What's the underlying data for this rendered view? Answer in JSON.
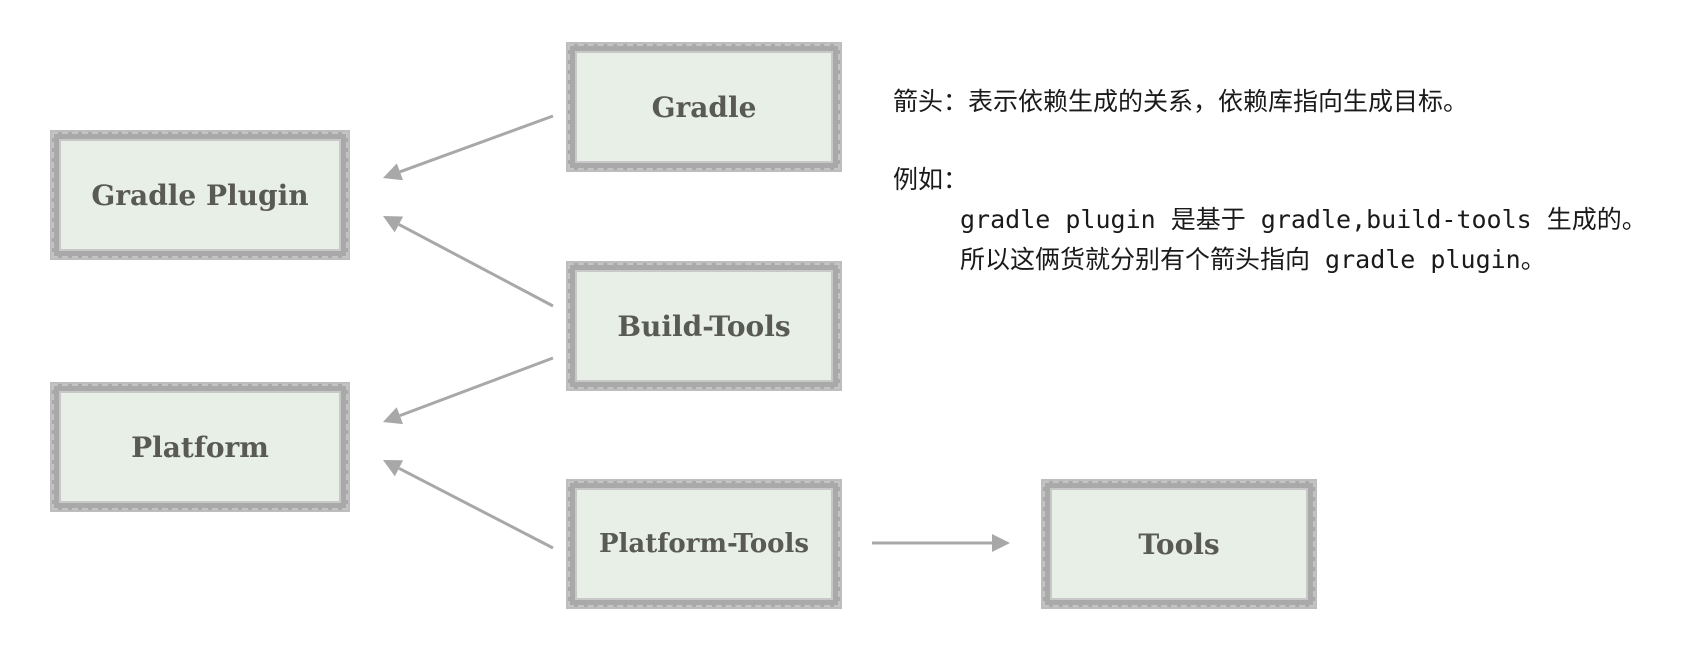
{
  "nodes": {
    "gradle_plugin": "Gradle Plugin",
    "platform": "Platform",
    "gradle": "Gradle",
    "build_tools": "Build-Tools",
    "platform_tools": "Platform-Tools",
    "tools": "Tools"
  },
  "edges": [
    {
      "from": "gradle",
      "to": "gradle_plugin"
    },
    {
      "from": "build_tools",
      "to": "gradle_plugin"
    },
    {
      "from": "build_tools",
      "to": "platform"
    },
    {
      "from": "platform_tools",
      "to": "platform"
    },
    {
      "from": "platform_tools",
      "to": "tools"
    }
  ],
  "notes": {
    "line1": "箭头：表示依赖生成的关系，依赖库指向生成目标。",
    "line2": "例如：",
    "line3": "gradle plugin 是基于 gradle,build-tools 生成的。",
    "line4": "所以这俩货就分别有个箭头指向 gradle plugin。"
  },
  "colors": {
    "node_fill": "#e7efe6",
    "node_border": "#a9a9a9",
    "node_text": "#5a5a55",
    "arrow": "#a8a8a8",
    "note_text": "#1a1a1a"
  }
}
